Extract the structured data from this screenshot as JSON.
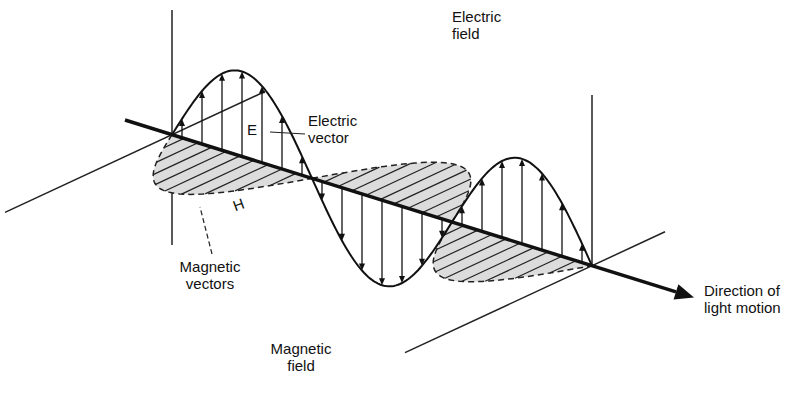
{
  "diagram": {
    "labels": [
      "Electric field",
      "Electric vector",
      "E",
      "H",
      "Magnetic vectors",
      "Magnetic field",
      "Direction of light motion"
    ]
  }
}
